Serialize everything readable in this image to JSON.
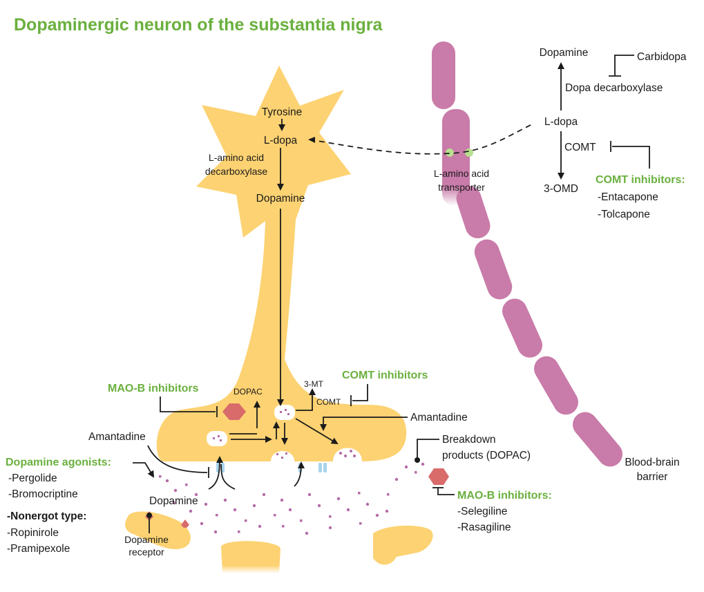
{
  "title": "Dopaminergic neuron of the substantia nigra",
  "neuron": {
    "tyrosine": "Tyrosine",
    "ldopa": "L-dopa",
    "enzyme_line1": "L-amino acid",
    "enzyme_line2": "decarboxylase",
    "dopamine": "Dopamine"
  },
  "periphery": {
    "dopamine": "Dopamine",
    "carbidopa": "Carbidopa",
    "dopa_decarboxylase": "Dopa decarboxylase",
    "ldopa": "L-dopa",
    "comt": "COMT",
    "omd": "3-OMD",
    "comt_inhibitors_title": "COMT inhibitors:",
    "comt_inhibitors": [
      "-Entacapone",
      "-Tolcapone"
    ],
    "transporter_line1": "L-amino acid",
    "transporter_line2": "transporter",
    "bbb_line1": "Blood-brain",
    "bbb_line2": "barrier"
  },
  "synapse": {
    "mao_b_inhibitors": "MAO-B inhibitors",
    "dopac": "DOPAC",
    "three_mt": "3-MT",
    "comt": "COMT",
    "comt_inhibitors": "COMT inhibitors",
    "amantadine_right": "Amantadine",
    "amantadine_left": "Amantadine",
    "breakdown_line1": "Breakdown",
    "breakdown_line2": "products (DOPAC)",
    "mao_b_inhibitors2_title": "MAO-B inhibitors:",
    "mao_b_inhibitors2": [
      "-Selegiline",
      "-Rasagiline"
    ],
    "agonists_title": "Dopamine agonists:",
    "agonists": [
      "-Pergolide",
      "-Bromocriptine"
    ],
    "nonergot_title": "-Nonergot type:",
    "nonergot": [
      "-Ropinirole",
      "-Pramipexole"
    ],
    "dopamine_cleft": "Dopamine",
    "receptor_line1": "Dopamine",
    "receptor_line2": "receptor"
  },
  "colors": {
    "neuron": "#fdd272",
    "barrier": "#c97ba9",
    "accent_green": "#6ab03e",
    "mao_hexagon": "#d96b6b",
    "vesicle_dot": "#b46ba7",
    "receptor_blue": "#a9d3ec"
  }
}
